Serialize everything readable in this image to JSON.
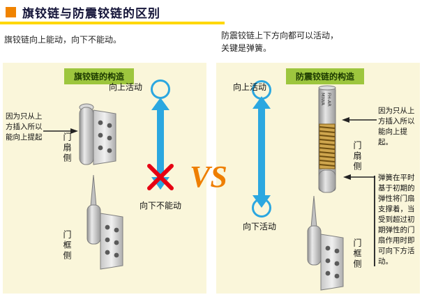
{
  "colors": {
    "accent_orange": "#f08300",
    "underline_yellow": "#ffd800",
    "badge_green": "#9dc63e",
    "arrow_blue": "#2ba7e0",
    "forbidden_red": "#e60012",
    "panel_cream": "#faf6da",
    "vs_orange": "#ee7e00"
  },
  "header": {
    "title": "旗铰链与防震铰链的区别"
  },
  "intro": {
    "left": "旗铰链向上能动，向下不能动。",
    "right_line1": "防震铰链上下方向都可以活动，",
    "right_line2": "关键是弹簧。"
  },
  "vs_label": "VS",
  "left_panel": {
    "badge": "旗铰链的构造",
    "up_label": "向上活动",
    "down_label": "向下不能动",
    "door_leaf_label": "门扇侧",
    "door_frame_label": "门框侧",
    "annotation": "因为只从上方插入所以能向上提起"
  },
  "right_panel": {
    "badge": "防震铰链的构造",
    "up_label": "向上活动",
    "down_label": "向下活动",
    "door_leaf_label": "门扇侧",
    "door_frame_label": "门框侧",
    "annotation_top": "因为只从上方插入所以能向上提起。",
    "annotation_spring": "弹簧在平时基于初期的弹性将门扇支撑着，当受到超过初期弹性的门扇作用时即可向下方活动。",
    "brand_line1": "MIWA",
    "brand_line2": "FH-AR"
  }
}
